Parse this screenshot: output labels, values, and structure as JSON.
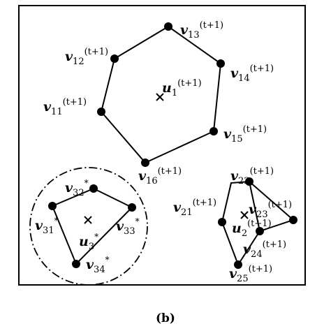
{
  "caption": "(b)",
  "clusters": [
    {
      "center": {
        "base": "u",
        "sub": "1",
        "sup": "(t+1)"
      },
      "vertices": [
        {
          "base": "v",
          "sub": "12",
          "sup": "(t+1)"
        },
        {
          "base": "v",
          "sub": "13",
          "sup": "(t+1)"
        },
        {
          "base": "v",
          "sub": "14",
          "sup": "(t+1)"
        },
        {
          "base": "v",
          "sub": "15",
          "sup": "(t+1)"
        },
        {
          "base": "v",
          "sub": "16",
          "sup": "(t+1)"
        },
        {
          "base": "v",
          "sub": "11",
          "sup": "(t+1)"
        }
      ]
    },
    {
      "center": {
        "base": "u",
        "sub": "3",
        "sup": "*"
      },
      "vertices": [
        {
          "base": "v",
          "sub": "32",
          "sup": "*"
        },
        {
          "base": "v",
          "sub": "33",
          "sup": "*"
        },
        {
          "base": "v",
          "sub": "34",
          "sup": "*"
        },
        {
          "base": "v",
          "sub": "31",
          "sup": "*"
        }
      ]
    },
    {
      "center": {
        "base": "u",
        "sub": "2",
        "sup": "(t+1)"
      },
      "vertices": [
        {
          "base": "v",
          "sub": "22",
          "sup": "(t+1)"
        },
        {
          "base": "v",
          "sub": "23",
          "sup": "(t+1)"
        },
        {
          "base": "v",
          "sub": "24",
          "sup": "(t+1)"
        },
        {
          "base": "v",
          "sub": "25",
          "sup": "(t+1)"
        },
        {
          "base": "v",
          "sub": "21",
          "sup": "(t+1)"
        }
      ]
    }
  ]
}
